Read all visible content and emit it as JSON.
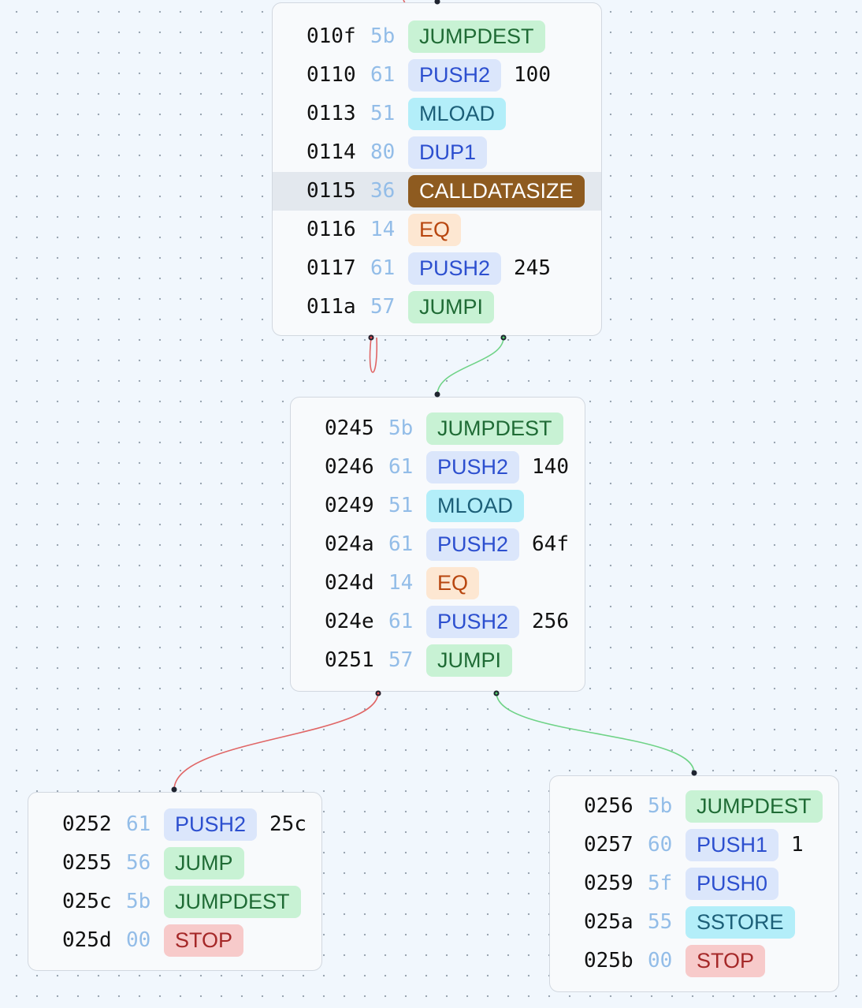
{
  "opcode_styles": {
    "JUMPDEST": {
      "bg": "#c8f2d4",
      "fg": "#1f6b35"
    },
    "JUMPI": {
      "bg": "#c8f2d4",
      "fg": "#1f6b35"
    },
    "JUMP": {
      "bg": "#c8f2d4",
      "fg": "#1f6b35"
    },
    "PUSH0": {
      "bg": "#dbe6fb",
      "fg": "#2c4fcf"
    },
    "PUSH1": {
      "bg": "#dbe6fb",
      "fg": "#2c4fcf"
    },
    "PUSH2": {
      "bg": "#dbe6fb",
      "fg": "#2c4fcf"
    },
    "DUP1": {
      "bg": "#dbe6fb",
      "fg": "#2c4fcf"
    },
    "MLOAD": {
      "bg": "#b3eef9",
      "fg": "#1c5f78"
    },
    "SSTORE": {
      "bg": "#b3eef9",
      "fg": "#1c5f78"
    },
    "CALLDATASIZE": {
      "bg": "#8e5b20",
      "fg": "#ffffff"
    },
    "EQ": {
      "bg": "#fde7d2",
      "fg": "#b8460f"
    },
    "STOP": {
      "bg": "#f7caca",
      "fg": "#a52828"
    }
  },
  "edge_colors": {
    "false_branch": "#e06666",
    "true_branch": "#6fd387"
  },
  "blocks": [
    {
      "id": "block-010f",
      "rows": [
        {
          "addr": "010f",
          "hex": "5b",
          "op": "JUMPDEST",
          "arg": ""
        },
        {
          "addr": "0110",
          "hex": "61",
          "op": "PUSH2",
          "arg": "100"
        },
        {
          "addr": "0113",
          "hex": "51",
          "op": "MLOAD",
          "arg": ""
        },
        {
          "addr": "0114",
          "hex": "80",
          "op": "DUP1",
          "arg": ""
        },
        {
          "addr": "0115",
          "hex": "36",
          "op": "CALLDATASIZE",
          "arg": "",
          "active": true
        },
        {
          "addr": "0116",
          "hex": "14",
          "op": "EQ",
          "arg": ""
        },
        {
          "addr": "0117",
          "hex": "61",
          "op": "PUSH2",
          "arg": "245"
        },
        {
          "addr": "011a",
          "hex": "57",
          "op": "JUMPI",
          "arg": ""
        }
      ]
    },
    {
      "id": "block-0245",
      "rows": [
        {
          "addr": "0245",
          "hex": "5b",
          "op": "JUMPDEST",
          "arg": ""
        },
        {
          "addr": "0246",
          "hex": "61",
          "op": "PUSH2",
          "arg": "140"
        },
        {
          "addr": "0249",
          "hex": "51",
          "op": "MLOAD",
          "arg": ""
        },
        {
          "addr": "024a",
          "hex": "61",
          "op": "PUSH2",
          "arg": "64f"
        },
        {
          "addr": "024d",
          "hex": "14",
          "op": "EQ",
          "arg": ""
        },
        {
          "addr": "024e",
          "hex": "61",
          "op": "PUSH2",
          "arg": "256"
        },
        {
          "addr": "0251",
          "hex": "57",
          "op": "JUMPI",
          "arg": ""
        }
      ]
    },
    {
      "id": "block-0252",
      "rows": [
        {
          "addr": "0252",
          "hex": "61",
          "op": "PUSH2",
          "arg": "25c"
        },
        {
          "addr": "0255",
          "hex": "56",
          "op": "JUMP",
          "arg": ""
        },
        {
          "addr": "025c",
          "hex": "5b",
          "op": "JUMPDEST",
          "arg": ""
        },
        {
          "addr": "025d",
          "hex": "00",
          "op": "STOP",
          "arg": ""
        }
      ]
    },
    {
      "id": "block-0256",
      "rows": [
        {
          "addr": "0256",
          "hex": "5b",
          "op": "JUMPDEST",
          "arg": ""
        },
        {
          "addr": "0257",
          "hex": "60",
          "op": "PUSH1",
          "arg": "1"
        },
        {
          "addr": "0259",
          "hex": "5f",
          "op": "PUSH0",
          "arg": ""
        },
        {
          "addr": "025a",
          "hex": "55",
          "op": "SSTORE",
          "arg": ""
        },
        {
          "addr": "025b",
          "hex": "00",
          "op": "STOP",
          "arg": ""
        }
      ]
    }
  ],
  "edges": [
    {
      "from": "block-010f",
      "to": "block-0245",
      "kind": "true_branch"
    },
    {
      "from": "block-010f",
      "to": "block-010f",
      "kind": "false_branch"
    },
    {
      "from": "block-0245",
      "to": "block-0252",
      "kind": "false_branch"
    },
    {
      "from": "block-0245",
      "to": "block-0256",
      "kind": "true_branch"
    }
  ]
}
